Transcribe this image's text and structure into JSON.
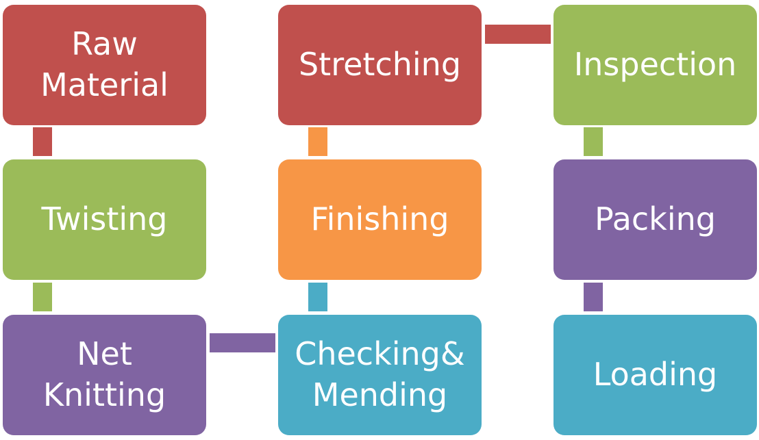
{
  "steps": [
    {
      "label": "Raw\nMaterial",
      "color": "#c0504d"
    },
    {
      "label": "Twisting",
      "color": "#9bbb59"
    },
    {
      "label": "Net\nKnitting",
      "color": "#8064a2"
    },
    {
      "label": "Checking&\nMending",
      "color": "#4bacc6"
    },
    {
      "label": "Finishing",
      "color": "#f79646"
    },
    {
      "label": "Stretching",
      "color": "#c0504d"
    },
    {
      "label": "Inspection",
      "color": "#9bbb59"
    },
    {
      "label": "Packing",
      "color": "#8064a2"
    },
    {
      "label": "Loading",
      "color": "#4bacc6"
    }
  ]
}
